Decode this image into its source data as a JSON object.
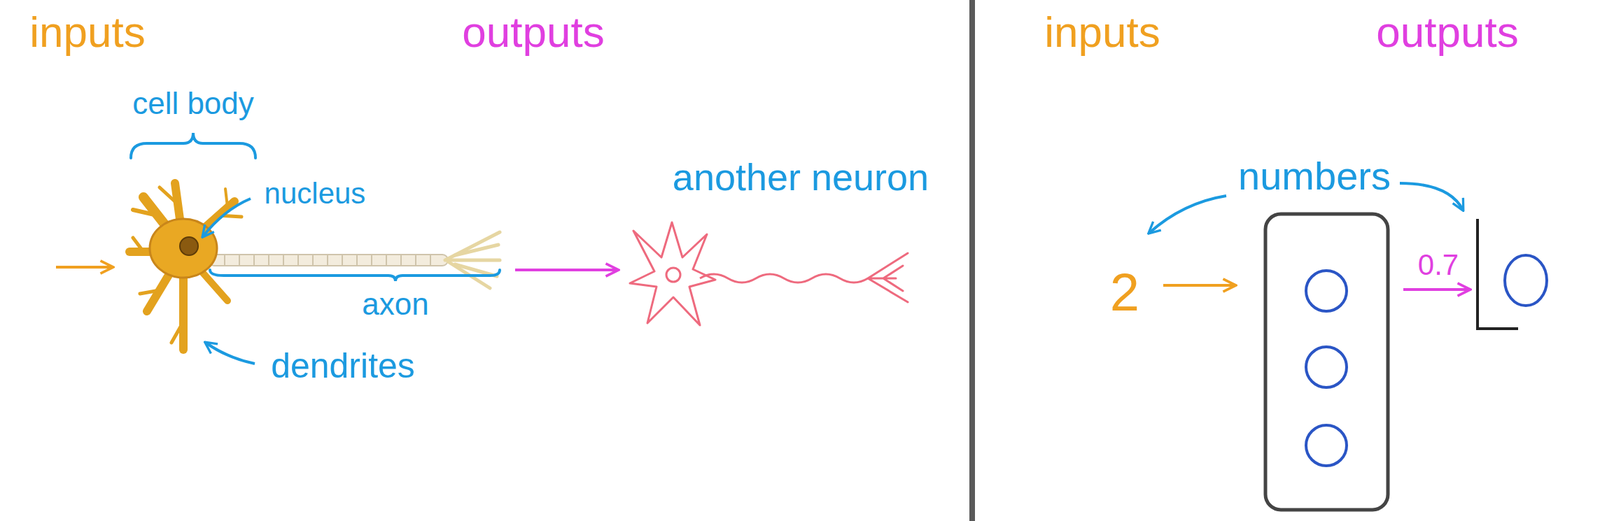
{
  "diagram": {
    "labels": [
      "inputs",
      "outputs",
      "cell body",
      "nucleus",
      "axon",
      "dendrites",
      "another neuron",
      "inputs",
      "outputs",
      "numbers",
      "2",
      "0.7"
    ]
  }
}
